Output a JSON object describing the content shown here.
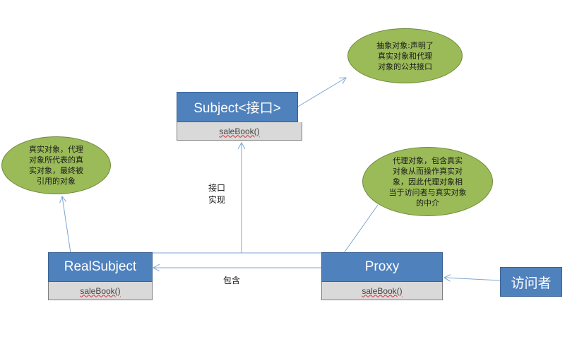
{
  "subject": {
    "title": "Subject<接口>",
    "method": "saleBook()"
  },
  "real_subject": {
    "title": "RealSubject",
    "method": "saleBook()"
  },
  "proxy": {
    "title": "Proxy",
    "method": "saleBook()"
  },
  "visitor": {
    "label": "访问者"
  },
  "notes": {
    "abstract_subject": [
      "抽象对象:声明了",
      "真实对象和代理",
      "对象的公共接口"
    ],
    "real_subject": [
      "真实对象，代理",
      "对象所代表的真",
      "实对象，最终被",
      "引用的对象"
    ],
    "proxy": [
      "代理对象，包含真实",
      "对象从而操作真实对",
      "象，因此代理对象相",
      "当于访问者与真实对象",
      "的中介"
    ]
  },
  "relations": {
    "interface_impl": [
      "接口",
      "实现"
    ],
    "contains": "包含"
  },
  "colors": {
    "class_header": "#4f81bd",
    "class_body": "#d9d9d9",
    "note_fill": "#9bbb59",
    "line": "#7fa6cf"
  }
}
